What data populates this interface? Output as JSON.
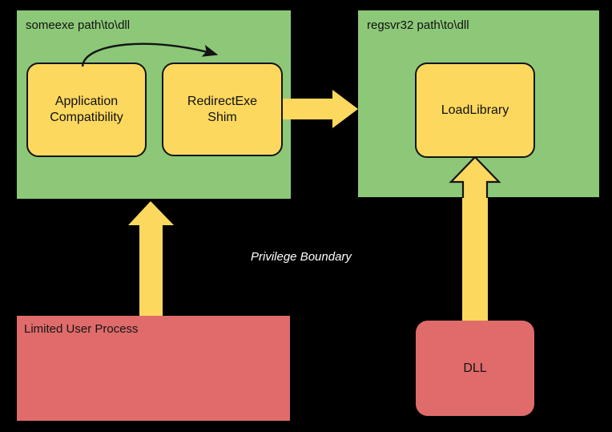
{
  "diagram": {
    "title": "Privilege boundary DLL redirection diagram",
    "background_color": "#000000",
    "colors": {
      "process_green": "#8cc878",
      "node_yellow": "#fcd85f",
      "module_red": "#e06b6b",
      "stroke_black": "#141414",
      "caption_white": "#ffffff"
    }
  },
  "processes": {
    "left": {
      "label": "someexe path\\to\\dll",
      "nodes": [
        {
          "id": "appcompat",
          "label": "Application\nCompatibility"
        },
        {
          "id": "redirectexe",
          "label": "RedirectExe\nShim"
        }
      ]
    },
    "right": {
      "label": "regsvr32 path\\to\\dll",
      "nodes": [
        {
          "id": "loadlibrary",
          "label": "LoadLibrary"
        }
      ]
    }
  },
  "modules": {
    "limited_user": {
      "label": "Limited User Process"
    },
    "dll": {
      "label": "DLL"
    }
  },
  "annotations": {
    "privilege_boundary": "Privilege Boundary"
  },
  "arrows": [
    {
      "id": "appcompat-to-redirectexe",
      "style": "thin-curved",
      "from": "appcompat",
      "to": "redirectexe"
    },
    {
      "id": "redirectexe-to-regsvr32",
      "style": "block-right",
      "from": "redirectexe",
      "to": "regsvr32-process"
    },
    {
      "id": "limited-user-to-someexe",
      "style": "block-up",
      "from": "limited_user",
      "to": "someexe-process"
    },
    {
      "id": "dll-to-loadlibrary",
      "style": "block-up",
      "from": "dll",
      "to": "loadlibrary"
    }
  ]
}
